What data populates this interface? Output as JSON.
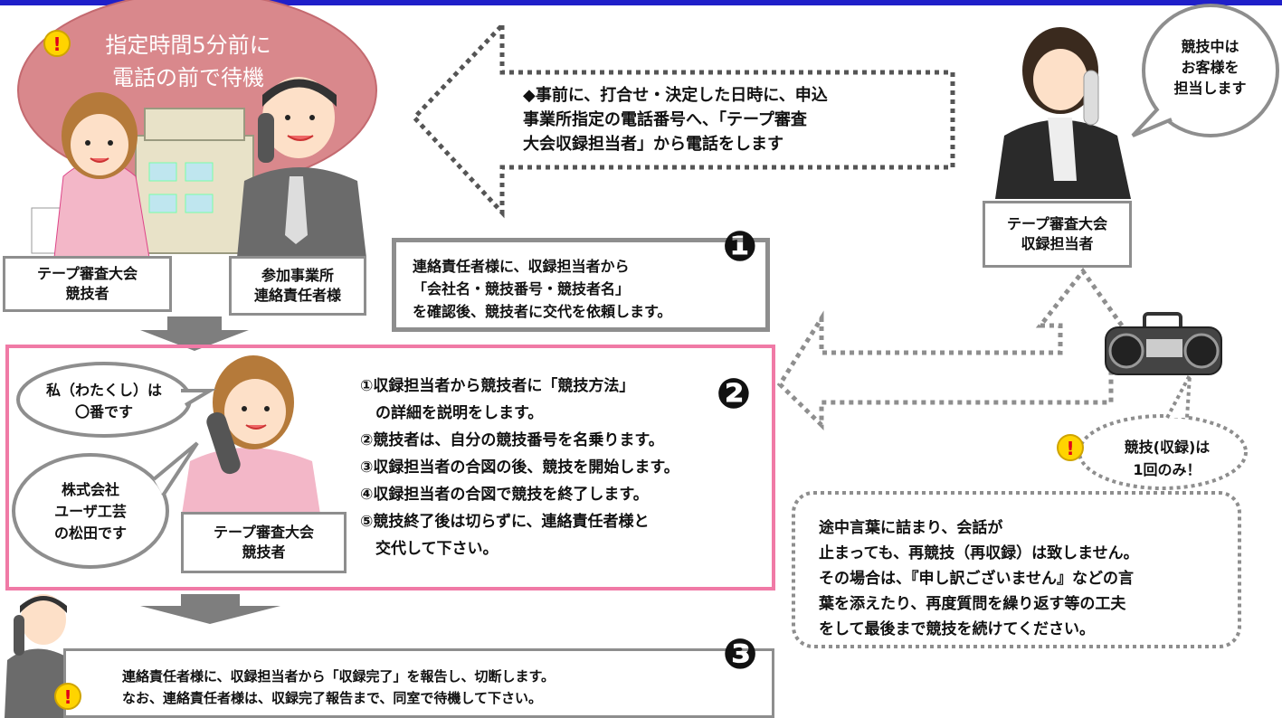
{
  "top_bubble": {
    "text": "指定時間5分前に\n電話の前で待機"
  },
  "labels": {
    "contestant_top": "テープ審査大会\n競技者",
    "participant": "参加事業所\n連絡責任者様",
    "recorder": "テープ審査大会\n収録担当者",
    "contestant_mid": "テープ審査大会\n競技者"
  },
  "call_arrow_text": "◆事前に、打合せ・決定した日時に、申込\n事業所指定の電話番号へ、「テープ審査\n大会収録担当者」から電話をします",
  "recorder_bubble": "競技中は\nお客様を\n担当します",
  "step1": {
    "number": "❶",
    "text": "連絡責任者様に、収録担当者から\n「会社名・競技番号・競技者名」\nを確認後、競技者に交代を依頼します。"
  },
  "step2": {
    "number": "❷",
    "items": [
      "①収録担当者から競技者に「競技方法」",
      "　の詳細を説明をします。",
      "②競技者は、自分の競技番号を名乗ります。",
      "③収録担当者の合図の後、競技を開始します。",
      "④収録担当者の合図で競技を終了します。",
      "⑤競技終了後は切らずに、連絡責任者様と",
      "　交代して下さい。"
    ]
  },
  "speech1": "私（わたくし）は\n〇番です",
  "speech2": "株式会社\nユーザ工芸\nの松田です",
  "once_bubble": "競技(収録)は\n1回のみ！",
  "note": "途中言葉に詰まり、会話が\n止まっても、再競技（再収録）は致しません。\nその場合は、『申し訳ございません』などの言\n葉を添えたり、再度質問を繰り返す等の工夫\nをして最後まで競技を続けてください。",
  "step3": {
    "number": "❸",
    "text": "連絡責任者様に、収録担当者から「収録完了」を報告し、切断します。\nなお、連絡責任者様は、収録完了報告まで、同室で待機して下さい。"
  },
  "warn_icon": "!",
  "colors": {
    "topbar": "#1f1fc9",
    "pink_border": "#f07aa6",
    "bubble_fill": "#d9888c",
    "gray": "#8e8e8e"
  }
}
